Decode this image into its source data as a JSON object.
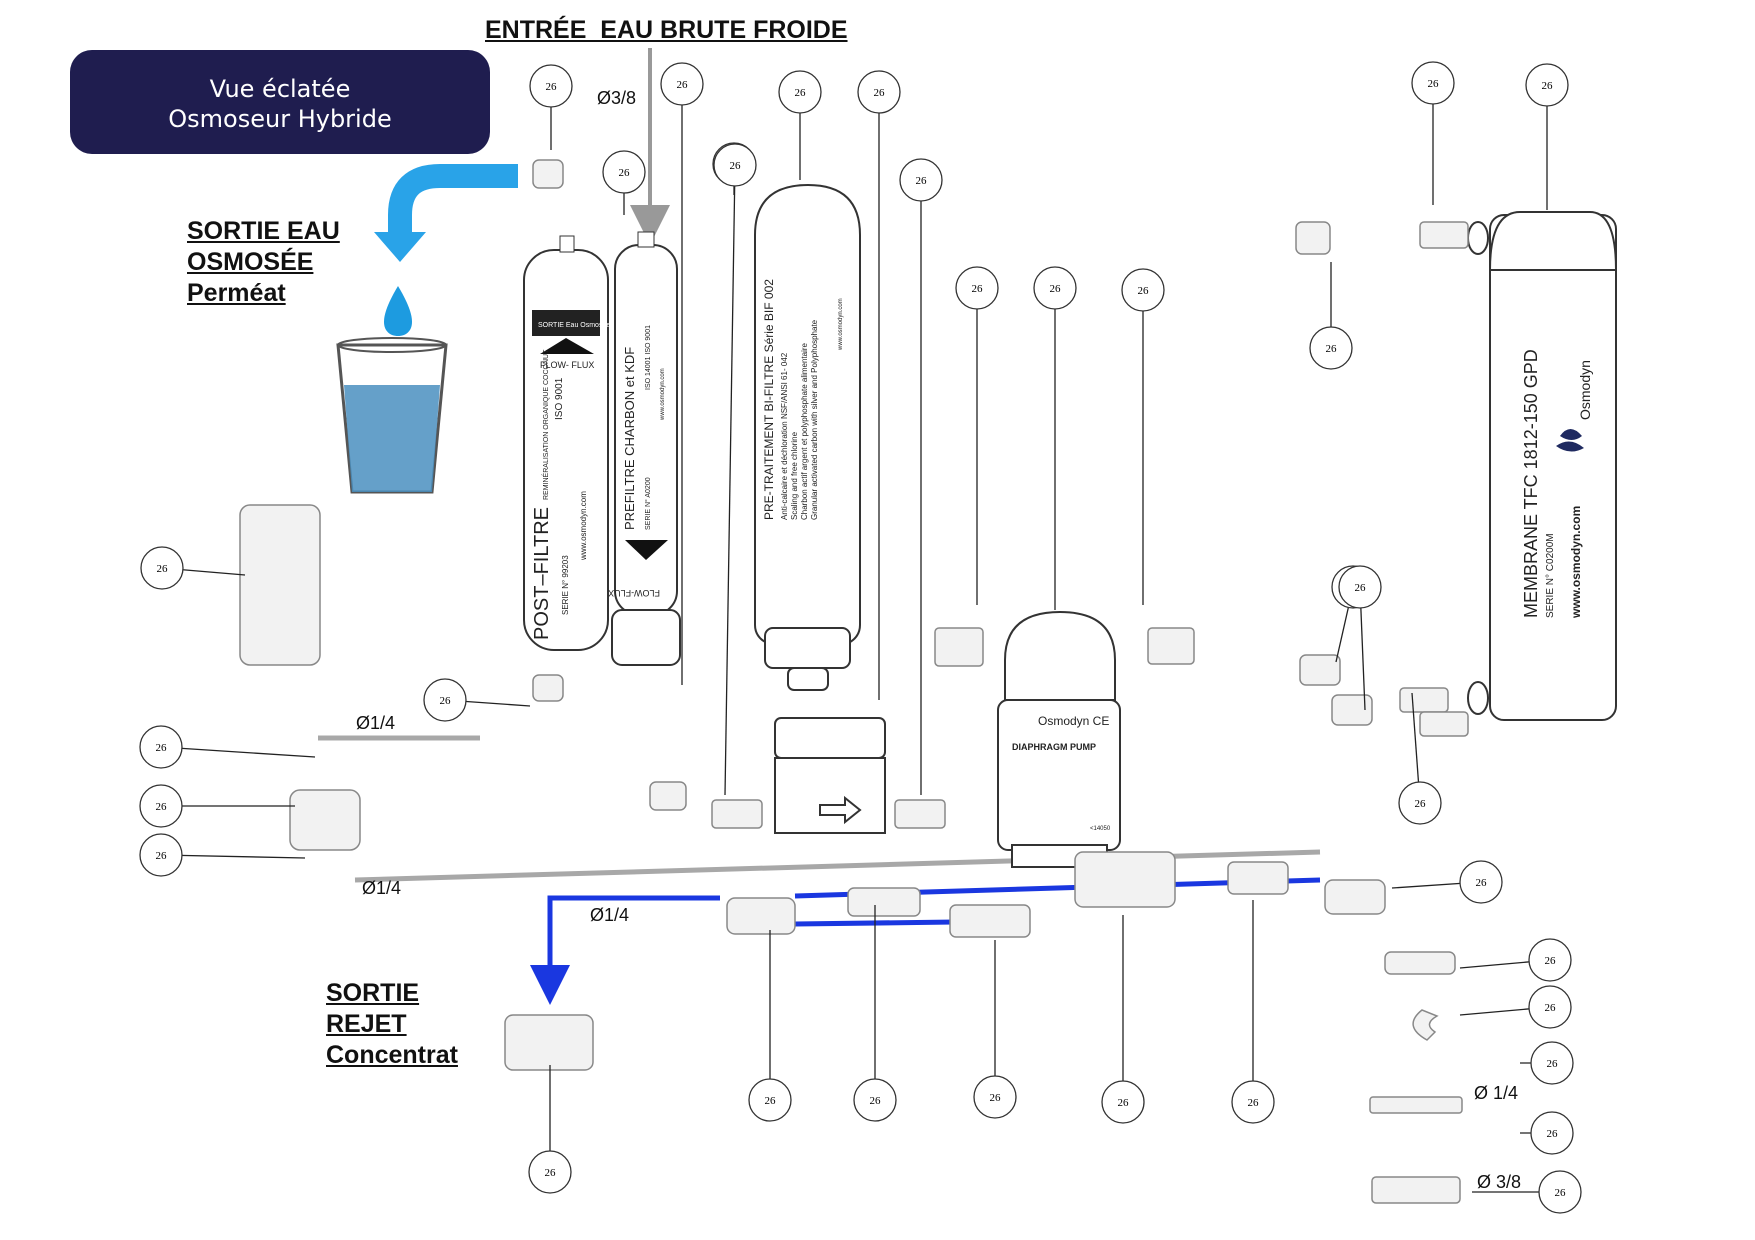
{
  "title": {
    "line1": "Vue éclatée",
    "line2": "Osmoseur Hybride"
  },
  "labels": {
    "inlet": "ENTRÉE  EAU BRUTE FROIDE",
    "permeate": [
      "SORTIE EAU",
      "OSMOSÉE",
      "Perméat"
    ],
    "reject": [
      "SORTIE",
      "REJET",
      "Concentrat"
    ]
  },
  "diameters": {
    "inlet": "Ø3/8",
    "permeate_tube": "Ø1/4",
    "drain_tube": "Ø1/4",
    "reject_tube": "Ø1/4",
    "spare_small": "Ø 1/4",
    "spare_large": "Ø 3/8"
  },
  "part_number": "26",
  "filters": {
    "post": {
      "name": "POST–FILTRE",
      "serial": "SERIE N° 99203",
      "flow": "FLOW- FLUX",
      "brand": "www.osmodyn.com",
      "band": "SORTIE Eau Osmosée",
      "spec1": "REMINÉRALISATION ORGANIQUE COCONUT",
      "spec2": "ISO 9001"
    },
    "prefilter": {
      "name": "PREFILTRE CHARBON et KDF",
      "serial": "SERIE N° A0200",
      "flow": "FLOW-FLUX",
      "iso": "ISO 14001  ISO 9001",
      "brand": "www.osmodyn.com"
    },
    "pretreatment": {
      "name": "PRE-TRAITEMENT BI-FILTRE   Série BIF 002",
      "spec1": "Anti-calcaire et déchloration NSF/ANSI 61- 042",
      "spec2": "Scaling and free chlorine",
      "spec3": "Charbon actif argent et polyphosphate alimentaire",
      "spec4": "Granular activated carbon with silver and Polyphosphate",
      "brand": "www.osmodyn.com"
    }
  },
  "membrane": {
    "name": "MEMBRANE   TFC 1812-150 GPD",
    "serial": "SERIE N° C0200M",
    "web": "www.osmodyn.com",
    "brand": "Osmodyn"
  },
  "pump": {
    "brand": "Osmodyn CE",
    "type": "DIAPHRAGM    PUMP",
    "code": "<14050"
  },
  "colors": {
    "title_bg": "#1f1d4f",
    "permeate_arrow": "#29a3e8",
    "blue_tube": "#1a37e0",
    "grey_tube": "#a8a8a8"
  }
}
